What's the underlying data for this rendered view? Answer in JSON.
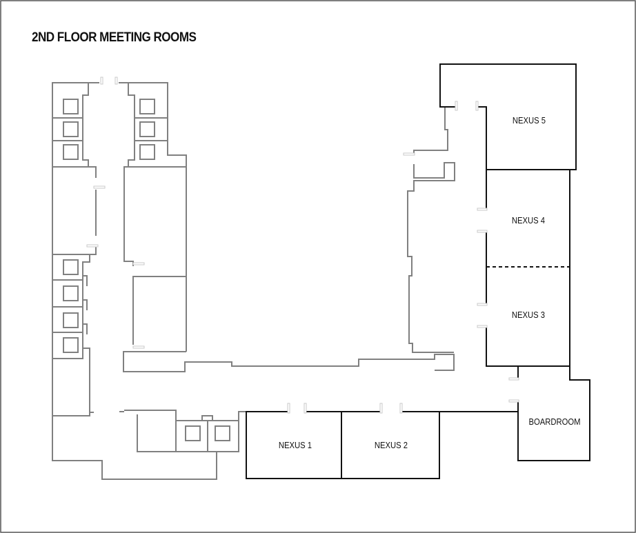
{
  "title": "2ND FLOOR MEETING ROOMS",
  "rooms": {
    "nexus5": "NEXUS 5",
    "nexus4": "NEXUS 4",
    "nexus3": "NEXUS 3",
    "boardroom": "BOARDROOM",
    "nexus1": "NEXUS 1",
    "nexus2": "NEXUS 2"
  },
  "colors": {
    "meeting_room_walls": "#111111",
    "other_walls": "#808080",
    "frame": "#555555"
  }
}
